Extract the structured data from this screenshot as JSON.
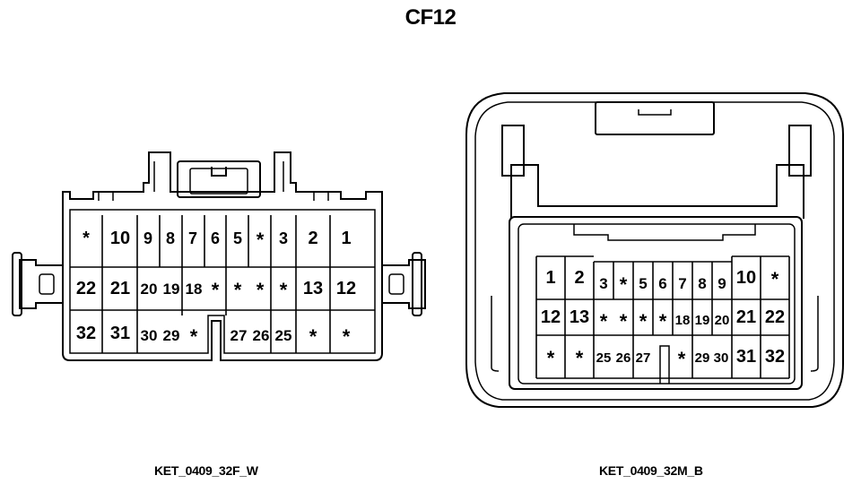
{
  "title": "CF12",
  "female_connector": {
    "caption": "KET_0409_32F_W",
    "row1": [
      "*",
      "10",
      "9",
      "8",
      "7",
      "6",
      "5",
      "*",
      "3",
      "2",
      "1"
    ],
    "row2": [
      "22",
      "21",
      "20",
      "19",
      "18",
      "*",
      "*",
      "*",
      "*",
      "13",
      "12"
    ],
    "row3": [
      "32",
      "31",
      "30",
      "29",
      "*",
      "27",
      "26",
      "25",
      "*",
      "*"
    ]
  },
  "male_connector": {
    "caption": "KET_0409_32M_B",
    "row1": [
      "1",
      "2",
      "3",
      "*",
      "5",
      "6",
      "7",
      "8",
      "9",
      "10",
      "*"
    ],
    "row2": [
      "12",
      "13",
      "*",
      "*",
      "*",
      "*",
      "18",
      "19",
      "20",
      "21",
      "22"
    ],
    "row3": [
      "*",
      "*",
      "25",
      "26",
      "27",
      "*",
      "29",
      "30",
      "31",
      "32"
    ]
  },
  "colors": {
    "line": "#000000",
    "background": "#ffffff"
  }
}
